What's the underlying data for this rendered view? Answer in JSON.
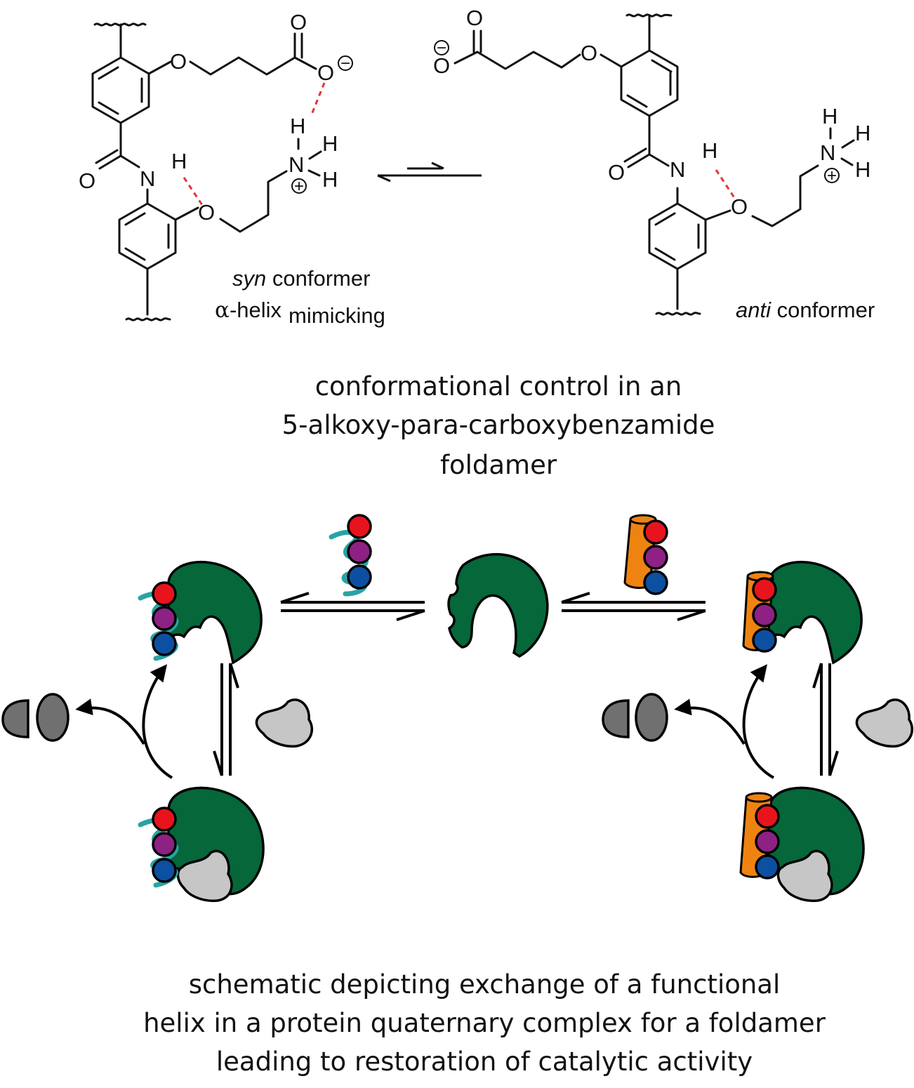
{
  "chemistry": {
    "atoms": {
      "O": "O",
      "N": "N",
      "H": "H",
      "minus": "−",
      "plus": "+"
    },
    "syn_label": {
      "italic": "syn",
      "rest": " conformer",
      "alpha_symbol": "α",
      "helix": "-helix",
      "mimicking": "mimicking"
    },
    "anti_label": {
      "italic": "anti",
      "rest": " conformer"
    }
  },
  "caption_top": {
    "lines": [
      "conformational control in an",
      "5-alkoxy-para-carboxybenzamide",
      "foldamer"
    ]
  },
  "caption_bottom": {
    "lines": [
      "schematic depicting exchange of a functional",
      "helix in a protein quaternary complex for a foldamer",
      "leading to restoration of catalytic activity"
    ]
  },
  "colors": {
    "protein": "#06673a",
    "bead_top": "#e8141d",
    "bead_middle": "#8e2184",
    "bead_bottom": "#0d4fa0",
    "helix": "#2aa3a3",
    "foldamer_cylinder": "#ef8312",
    "substrate": "#c6c6c6",
    "product": "#707070",
    "hydrogen_bond": "#e0343a"
  }
}
